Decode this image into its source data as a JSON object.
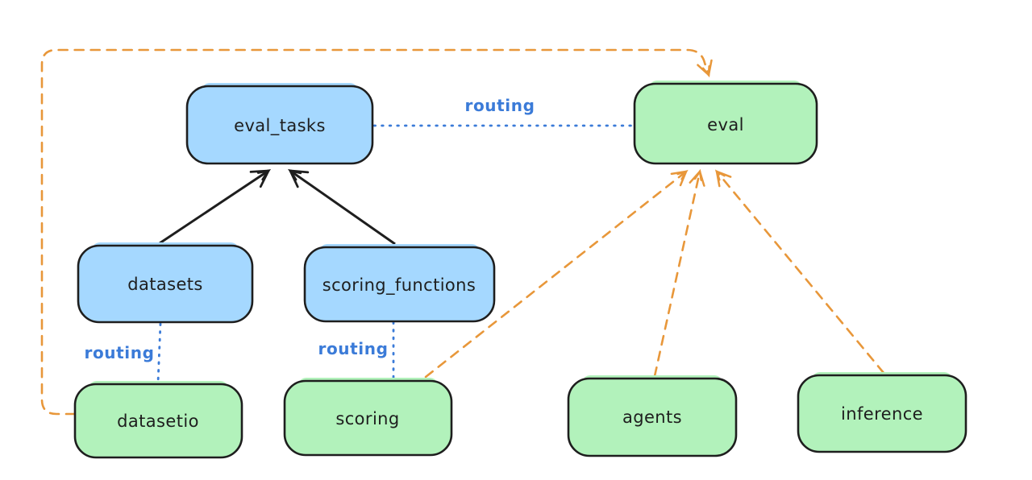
{
  "diagram": {
    "type": "dependency-graph",
    "background": "#ffffff",
    "palette": {
      "background": "#ffffff",
      "api_fill": "#a5d8ff",
      "provider_fill": "#b2f2bb",
      "node_stroke": "#1e1e1e",
      "routing_line": "#3b7bd8",
      "dependency_line": "#e8973a"
    },
    "nodes": [
      {
        "id": "eval_tasks",
        "label": "eval_tasks",
        "kind": "blue"
      },
      {
        "id": "eval",
        "label": "eval",
        "kind": "green"
      },
      {
        "id": "datasets",
        "label": "datasets",
        "kind": "blue"
      },
      {
        "id": "scoring_functions",
        "label": "scoring_functions",
        "kind": "blue"
      },
      {
        "id": "datasetio",
        "label": "datasetio",
        "kind": "green"
      },
      {
        "id": "scoring",
        "label": "scoring",
        "kind": "green"
      },
      {
        "id": "agents",
        "label": "agents",
        "kind": "green"
      },
      {
        "id": "inference",
        "label": "inference",
        "kind": "green"
      }
    ],
    "edges": [
      {
        "from": "eval_tasks",
        "to": "eval",
        "style": "dotted-blue",
        "label": "routing"
      },
      {
        "from": "datasets",
        "to": "datasetio",
        "style": "dotted-blue",
        "label": "routing"
      },
      {
        "from": "scoring_functions",
        "to": "scoring",
        "style": "dotted-blue",
        "label": "routing"
      },
      {
        "from": "datasets",
        "to": "eval_tasks",
        "style": "solid-black-arrow",
        "label": ""
      },
      {
        "from": "scoring_functions",
        "to": "eval_tasks",
        "style": "solid-black-arrow",
        "label": ""
      },
      {
        "from": "datasetio",
        "to": "eval",
        "style": "dashed-orange-arrow",
        "label": ""
      },
      {
        "from": "scoring",
        "to": "eval",
        "style": "dashed-orange-arrow",
        "label": ""
      },
      {
        "from": "agents",
        "to": "eval",
        "style": "dashed-orange-arrow",
        "label": ""
      },
      {
        "from": "inference",
        "to": "eval",
        "style": "dashed-orange-arrow",
        "label": ""
      }
    ]
  }
}
